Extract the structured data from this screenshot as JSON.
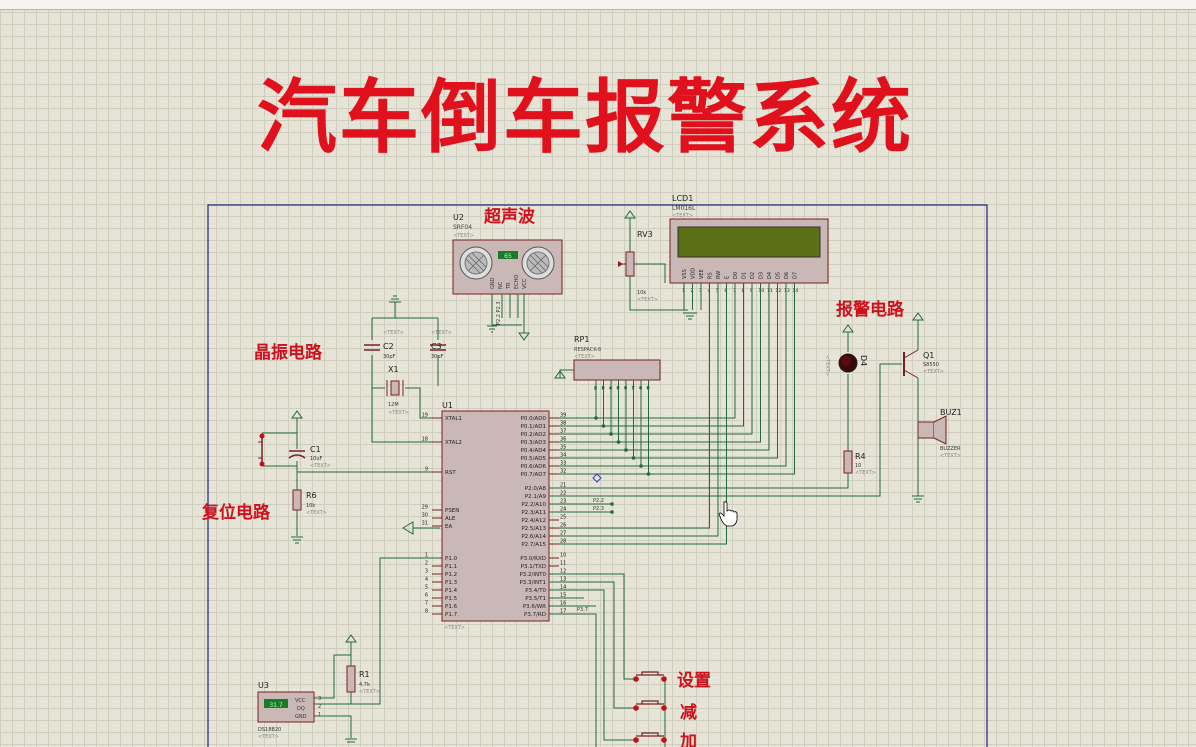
{
  "title": "汽车倒车报警系统",
  "colors": {
    "accent_red": "#e0111c",
    "wire": "#1f6b3a",
    "component": "#7a2020",
    "frame": "#1a237e",
    "lcd_screen": "#5c6e16"
  },
  "labels": {
    "ultrasonic": "超声波",
    "crystal": "晶振电路",
    "reset": "复位电路",
    "alarm": "报警电路",
    "set": "设置",
    "minus": "减",
    "plus": "加"
  },
  "components": {
    "u2": {
      "ref": "U2",
      "part": "SRF04",
      "text": "<TEXT>",
      "display": "65",
      "pins": [
        "GND",
        "NC",
        "TR",
        "ECHO",
        "VCC"
      ]
    },
    "lcd": {
      "ref": "LCD1",
      "part": "LM016L",
      "text": "<TEXT>",
      "pins": [
        "VSS",
        "VDD",
        "VEE",
        "RS",
        "RW",
        "E",
        "D0",
        "D1",
        "D2",
        "D3",
        "D4",
        "D5",
        "D6",
        "D7"
      ],
      "pin_nums": [
        "1",
        "2",
        "3",
        "4",
        "5",
        "6",
        "7",
        "8",
        "9",
        "10",
        "11",
        "12",
        "13",
        "14"
      ]
    },
    "rv3": {
      "ref": "RV3",
      "value": "10k",
      "text": "<TEXT>"
    },
    "rp1": {
      "ref": "RP1",
      "part": "RESPACK-8",
      "text": "<TEXT>"
    },
    "c2": {
      "ref": "C2",
      "value": "30pF",
      "text": "<TEXT>"
    },
    "c3": {
      "ref": "C3",
      "value": "30pF",
      "text": "<TEXT>"
    },
    "x1": {
      "ref": "X1",
      "value": "12M",
      "text": "<TEXT>"
    },
    "c1": {
      "ref": "C1",
      "value": "10uF",
      "text": "<TEXT>"
    },
    "r6": {
      "ref": "R6",
      "value": "10k",
      "text": "<TEXT>"
    },
    "r1": {
      "ref": "R1",
      "value": "4.7k",
      "text": "<TEXT>"
    },
    "r4": {
      "ref": "R4",
      "value": "10",
      "text": "<TEXT>"
    },
    "d4": {
      "ref": "D4",
      "text": "<TEXT>"
    },
    "q1": {
      "ref": "Q1",
      "part": "S8550",
      "text": "<TEXT>"
    },
    "buz1": {
      "ref": "BUZ1",
      "part": "BUZZER",
      "text": "<TEXT>"
    },
    "u3": {
      "ref": "U3",
      "part": "DS18B20",
      "display": "31.7",
      "text": "<TEXT>",
      "pins": [
        "VCC",
        "DQ",
        "GND"
      ],
      "pin_nums": [
        "3",
        "2",
        "1"
      ]
    },
    "u1": {
      "ref": "U1",
      "text": "<TEXT>",
      "left_pins": [
        {
          "num": "19",
          "name": "XTAL1"
        },
        {
          "num": "18",
          "name": "XTAL2"
        },
        {
          "num": "9",
          "name": "RST"
        },
        {
          "num": "29",
          "name": "PSEN"
        },
        {
          "num": "30",
          "name": "ALE"
        },
        {
          "num": "31",
          "name": "EA"
        },
        {
          "num": "1",
          "name": "P1.0"
        },
        {
          "num": "2",
          "name": "P1.1"
        },
        {
          "num": "3",
          "name": "P1.2"
        },
        {
          "num": "4",
          "name": "P1.3"
        },
        {
          "num": "5",
          "name": "P1.4"
        },
        {
          "num": "6",
          "name": "P1.5"
        },
        {
          "num": "7",
          "name": "P1.6"
        },
        {
          "num": "8",
          "name": "P1.7"
        }
      ],
      "right_pins": [
        {
          "num": "39",
          "name": "P0.0/AD0"
        },
        {
          "num": "38",
          "name": "P0.1/AD1"
        },
        {
          "num": "37",
          "name": "P0.2/AD2"
        },
        {
          "num": "36",
          "name": "P0.3/AD3"
        },
        {
          "num": "35",
          "name": "P0.4/AD4"
        },
        {
          "num": "34",
          "name": "P0.5/AD5"
        },
        {
          "num": "33",
          "name": "P0.6/AD6"
        },
        {
          "num": "32",
          "name": "P0.7/AD7"
        },
        {
          "num": "21",
          "name": "P2.0/A8"
        },
        {
          "num": "22",
          "name": "P2.1/A9"
        },
        {
          "num": "23",
          "name": "P2.2/A10"
        },
        {
          "num": "24",
          "name": "P2.3/A11"
        },
        {
          "num": "25",
          "name": "P2.4/A12"
        },
        {
          "num": "26",
          "name": "P2.5/A13"
        },
        {
          "num": "27",
          "name": "P2.6/A14"
        },
        {
          "num": "28",
          "name": "P2.7/A15"
        },
        {
          "num": "10",
          "name": "P3.0/RXD"
        },
        {
          "num": "11",
          "name": "P3.1/TXD"
        },
        {
          "num": "12",
          "name": "P3.2/INT0"
        },
        {
          "num": "13",
          "name": "P3.3/INT1"
        },
        {
          "num": "14",
          "name": "P3.4/T0"
        },
        {
          "num": "15",
          "name": "P3.5/T1"
        },
        {
          "num": "16",
          "name": "P3.6/WR"
        },
        {
          "num": "17",
          "name": "P3.7/RD"
        }
      ]
    }
  },
  "net_labels": {
    "p22": "P2.2",
    "p23": "P2.3",
    "p37": "P3.7",
    "u2_pins": "P2.2 P2.3"
  }
}
